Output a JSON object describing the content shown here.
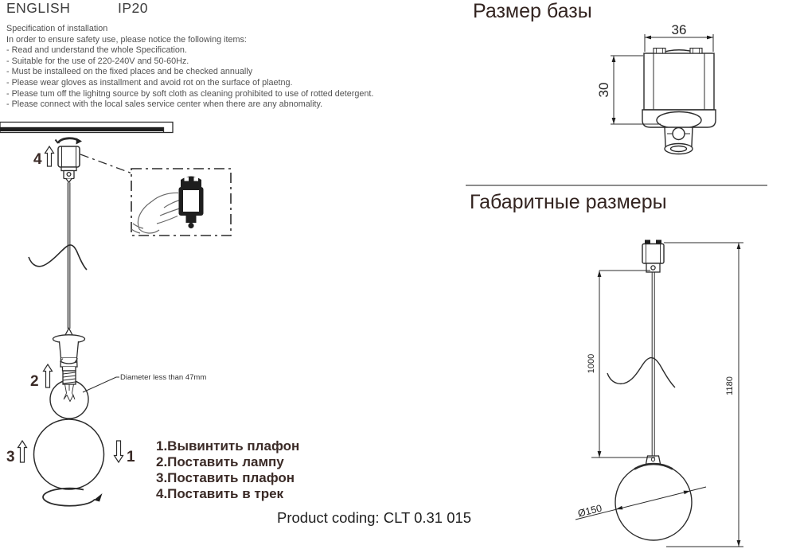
{
  "header": {
    "language": "ENGLISH",
    "ip_rating": "IP20"
  },
  "spec": {
    "title": "Specification of installation",
    "intro": "In order to ensure safety use, please notice the following items:",
    "items": [
      "- Read and understand the whole Specification.",
      "- Suitable for the use of 220-240V and 50-60Hz.",
      "- Must be installeed on the fixed places and be checked annually",
      "- Please wear gloves as installment and avoid rot on the surface of plaetng.",
      "- Please tum off the lighitng source by soft cloth as cleaning prohibited to use of rotted detergent.",
      "- Please connect with the local sales service center when there are any abnomality."
    ]
  },
  "installation_diagram": {
    "step1_label": "1",
    "step2_label": "2",
    "step3_label": "3",
    "step4_label": "4",
    "bulb_note": "Diameter less than 47mm"
  },
  "russian_steps": [
    "1.Вывинтить плафон",
    "2.Поставить лампу",
    "3.Поставить плафон",
    "4.Поставить в трек"
  ],
  "product": {
    "label": "Product coding:",
    "code": "CLT 0.31 015"
  },
  "base_size": {
    "title": "Размер базы",
    "width_mm": "36",
    "height_mm": "30"
  },
  "overall_size": {
    "title": "Габаритные размеры",
    "cord_length_mm": "1000",
    "total_height_mm": "1180",
    "sphere_diameter": "Ø150"
  },
  "colors": {
    "ink": "#3c3c3c",
    "title_ink": "#332420",
    "line": "#2b2b2b",
    "divider": "#8c8c8c"
  }
}
